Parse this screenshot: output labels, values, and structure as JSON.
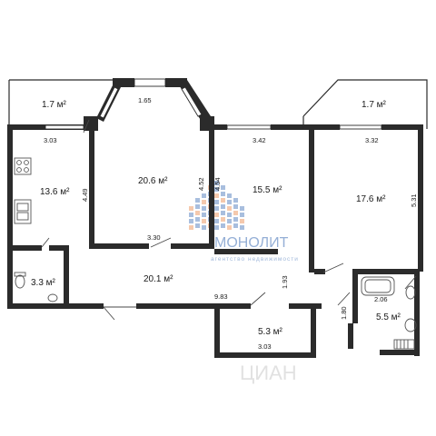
{
  "rooms": {
    "balcony_left": "1.7 м²",
    "balcony_right": "1.7 м²",
    "kitchen": "13.6 м²",
    "bedroom_1": "20.6 м²",
    "bedroom_2": "15.5 м²",
    "bedroom_3": "17.6 м²",
    "hall": "20.1 м²",
    "wc": "3.3 м²",
    "bathroom": "5.5 м²",
    "storage": "5.3 м²"
  },
  "dimensions": {
    "d_303_top": "3.03",
    "d_165": "1.65",
    "d_342": "3.42",
    "d_332": "3.32",
    "d_449": "4.49",
    "d_452": "4.52",
    "d_454": "4.54",
    "d_531": "5.31",
    "d_330": "3.30",
    "d_193": "1.93",
    "d_983": "9.83",
    "d_206": "2.06",
    "d_180": "1.80",
    "d_303_bottom": "3.03"
  },
  "watermark": {
    "brand": "МОНОЛИТ",
    "tagline": "агентство недвижимости",
    "bottom": "ЦИАН",
    "colors": {
      "blue": "#3f6fb5",
      "orange": "#e8874a"
    }
  }
}
